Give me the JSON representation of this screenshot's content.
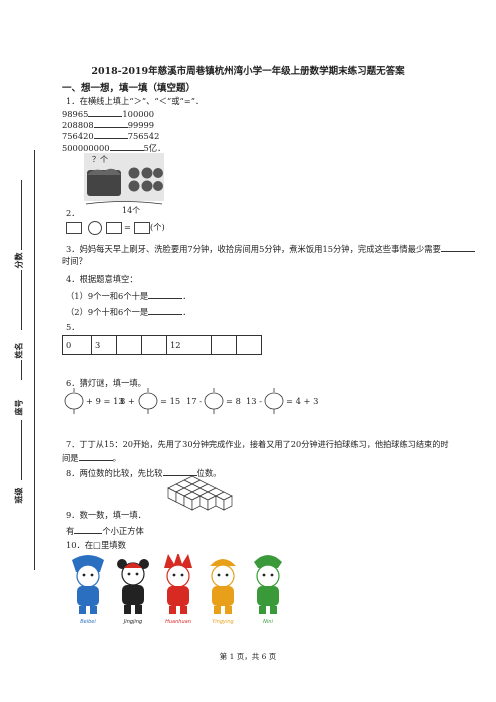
{
  "title": "2018-2019年慈溪市周巷镇杭州湾小学一年级上册数学期末练习题无答案",
  "section1": "一、想一想，填一填（填空题）",
  "binding": {
    "score": "分数",
    "name": "姓名",
    "seat": "座号",
    "class": "班级"
  },
  "q1": {
    "stem": "1．在横线上填上“＞”、“＜”或“=”．",
    "rows": [
      {
        "left": "98965",
        "right": "100000"
      },
      {
        "left": "208808",
        "right": "99999"
      },
      {
        "left": "756420",
        "right": "756542"
      },
      {
        "left": "500000000",
        "right": "5亿．"
      }
    ]
  },
  "q2": {
    "num": "2．",
    "img_qmark": "？个",
    "img_total": "14个",
    "formula": {
      "op1": "○",
      "eq": "=",
      "unit": "(个)"
    }
  },
  "q3": {
    "line1": "3．妈妈每天早上刷牙、洗脸要用7分钟，收拾房间用5分钟，煮米饭用15分钟，完成这些事情最少需要",
    "line2": "时间？"
  },
  "q4": {
    "stem": "4．根据题意填空：",
    "a": "（1）9个一和6个十是",
    "b": "（2）9个十和6个一是",
    "end": "．"
  },
  "q5": {
    "num": "5．",
    "cells": [
      "0",
      "3",
      "",
      "",
      "12",
      "",
      ""
    ]
  },
  "q6": {
    "stem": "6．猜灯谜，填一填。",
    "eq1": "+ 9 = 13",
    "eq2_pre": "8 +",
    "eq2": "= 15",
    "eq3_pre": "17 -",
    "eq3": "= 8",
    "eq4_pre": "13 -",
    "eq4": "= 4 + 3"
  },
  "q7": {
    "line1": "7．丁丁从15：20开始，先用了30分钟完成作业，接着又用了20分钟进行拍球练习，他拍球练习结束的时",
    "line2": "间是",
    "end": "。"
  },
  "q8": {
    "text": "8．两位数的比较，先比较",
    "end": "位数。"
  },
  "q9": {
    "stem": "9．数一数，填一填．",
    "line2a": "有",
    "line2b": "个小正方体"
  },
  "q10": {
    "stem": "10．在□里填数"
  },
  "mascots": [
    {
      "name": "Beibei",
      "color": "#2a6fc0"
    },
    {
      "name": "Jingjing",
      "color": "#222222"
    },
    {
      "name": "Huanhuan",
      "color": "#d62a22"
    },
    {
      "name": "Yingying",
      "color": "#e8a01a"
    },
    {
      "name": "Nini",
      "color": "#3a9a3a"
    }
  ],
  "footer": "第 1 页，共 6 页"
}
